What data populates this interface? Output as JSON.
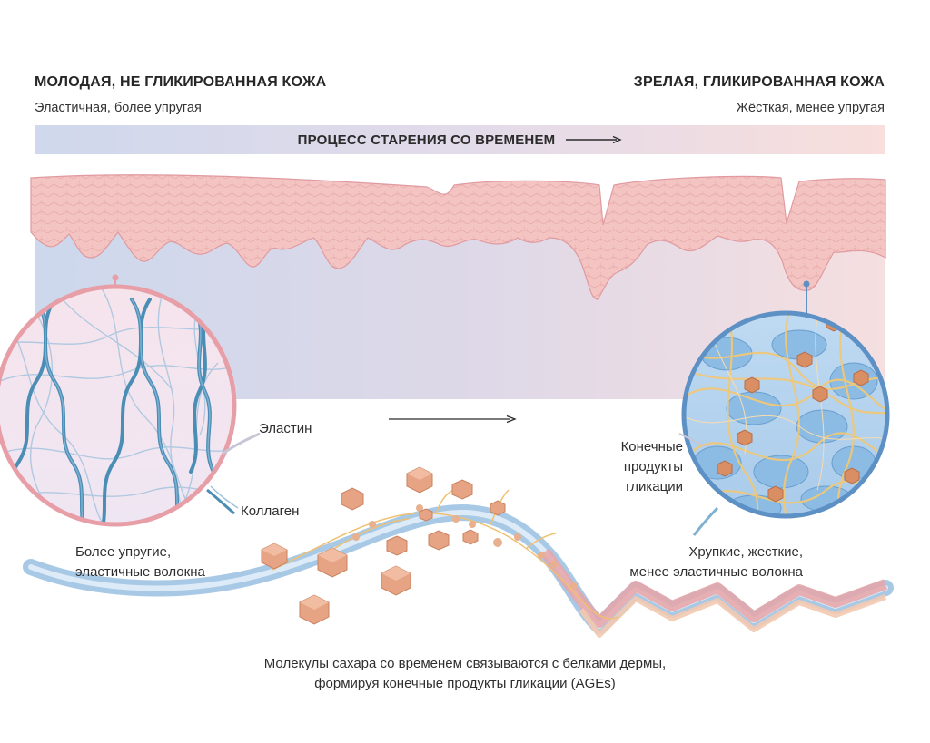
{
  "header": {
    "left_title": "МОЛОДАЯ, НЕ ГЛИКИРОВАННАЯ КОЖА",
    "left_subtitle": "Эластичная, более упругая",
    "right_title": "ЗРЕЛАЯ, ГЛИКИРОВАННАЯ КОЖА",
    "right_subtitle": "Жёсткая, менее упругая"
  },
  "band": {
    "label": "ПРОЦЕСС СТАРЕНИЯ СО ВРЕМЕНЕМ",
    "gradient_start": "#cfd8ec",
    "gradient_end": "#f8dedc"
  },
  "labels": {
    "elastin": "Эластин",
    "collagen": "Коллаген",
    "young_fibers_line1": "Более упругие,",
    "young_fibers_line2": "эластичные волокна",
    "ages_line1": "Конечные",
    "ages_line2": "продукты",
    "ages_line3": "гликации",
    "aged_fibers_line1": "Хрупкие, жесткие,",
    "aged_fibers_line2": "менее эластичные волокна"
  },
  "caption": {
    "line1": "Молекулы сахара со временем связываются с белками дермы,",
    "line2": "формируя конечные продукты гликации (AGEs)"
  },
  "colors": {
    "skin": "#f3c4c2",
    "young_circle": "#e79ea6",
    "aged_circle": "#5d91c6",
    "collagen_blue": "#4f8fb6",
    "glycation_cube": "#e6a485"
  }
}
